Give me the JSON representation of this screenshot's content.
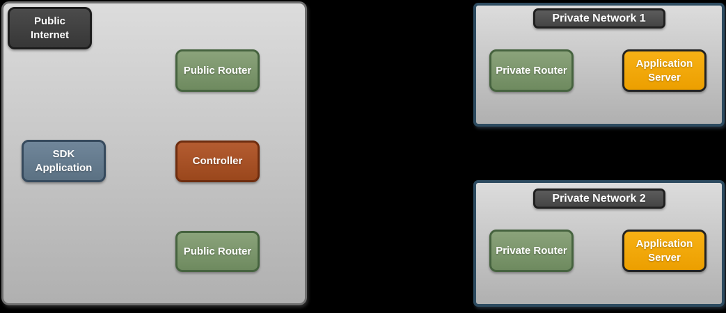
{
  "canvas": {
    "background": "#000000"
  },
  "colors": {
    "page_bg": "#000000",
    "text": "#ffffff",
    "panel_top": "#dcdcdc",
    "panel_bottom": "#b0b0b0",
    "panel_border": "#6f6f6f",
    "network_border": "#2d4b60",
    "dark_top": "#4b4b4b",
    "dark_bottom": "#373737",
    "dark_border": "#1d1d1d",
    "green_top": "#8ba37b",
    "green_bottom": "#6e8a5f",
    "green_border": "#46633f",
    "blue_top": "#70869a",
    "blue_bottom": "#5b7183",
    "blue_border": "#364a5d",
    "rust_top": "#b45c31",
    "rust_bottom": "#9a471c",
    "rust_border": "#6e2d0f",
    "orange_top": "#f7b115",
    "orange_bottom": "#ec9f00",
    "orange_border": "#232323",
    "badge_top": "#5c5c5c",
    "badge_bottom": "#454545",
    "badge_border": "#202020"
  },
  "diagram": {
    "public_cloud": {
      "public_internet": "Public Internet",
      "public_router_top": "Public Router",
      "sdk_application": "SDK Application",
      "controller": "Controller",
      "public_router_bottom": "Public Router"
    },
    "private_network_1": {
      "title": "Private Network 1",
      "private_router": "Private Router",
      "application_server": "Application Server"
    },
    "private_network_2": {
      "title": "Private Network 2",
      "private_router": "Private Router",
      "application_server": "Application Server"
    }
  }
}
